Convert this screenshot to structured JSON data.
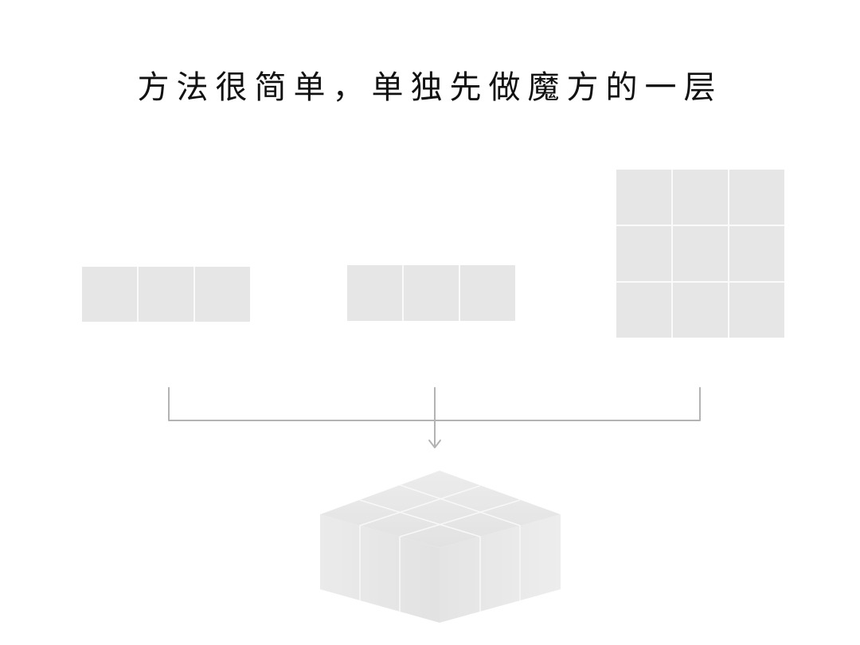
{
  "title": "方法很简单，单独先做魔方的一层",
  "panels": [
    {
      "name": "layer-row-left",
      "rows": 1,
      "cols": 3
    },
    {
      "name": "layer-row-middle",
      "rows": 1,
      "cols": 3
    },
    {
      "name": "layer-grid-right",
      "rows": 3,
      "cols": 3
    }
  ],
  "result": {
    "name": "assembled-cube-layer",
    "rows": 3,
    "cols": 3
  },
  "colors": {
    "cell": "#e6e6e6",
    "connector": "#b3b3b3",
    "text": "#111111"
  }
}
